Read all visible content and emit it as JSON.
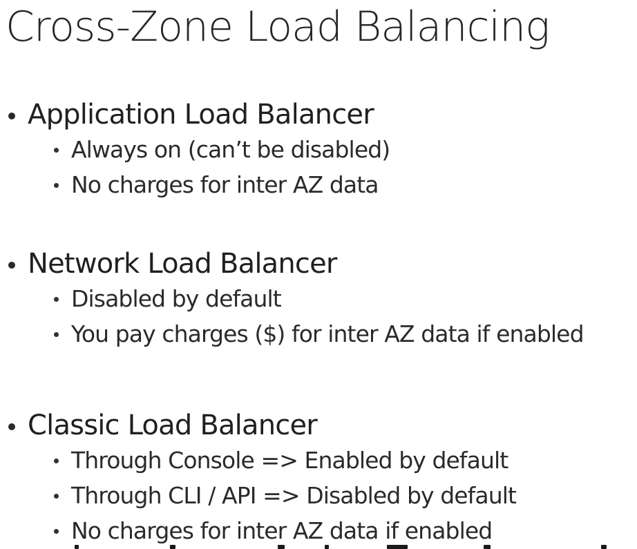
{
  "title": "Cross-Zone Load Balancing",
  "sections": [
    {
      "heading": "Application Load Balancer",
      "items": [
        "Always on (can’t be disabled)",
        "No charges for inter AZ data"
      ]
    },
    {
      "heading": "Network Load Balancer",
      "items": [
        "Disabled by default",
        "You pay charges ($) for inter AZ data if enabled"
      ]
    },
    {
      "heading": "Classic Load Balancer",
      "items": [
        "Through Console => Enabled by default",
        "Through CLI / API => Disabled by default",
        "No charges for inter AZ data if enabled"
      ]
    }
  ]
}
